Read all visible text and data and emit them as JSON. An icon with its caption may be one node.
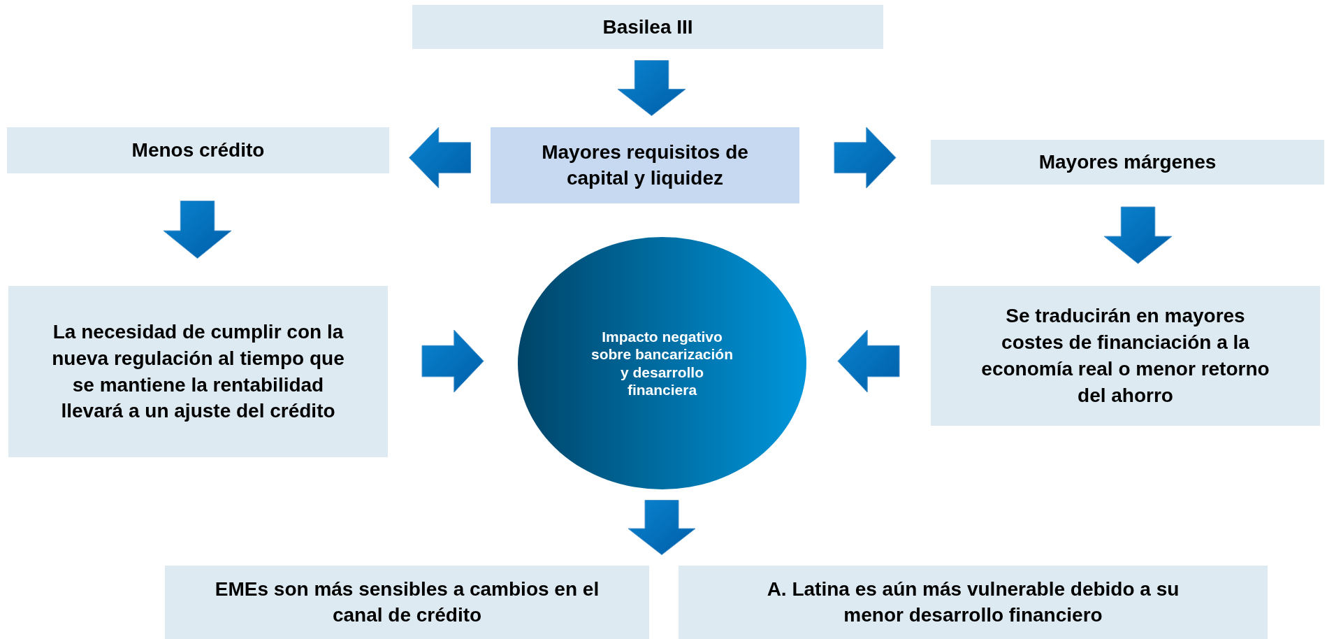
{
  "diagram": {
    "nodes": [
      {
        "text": [
          "Basilea III"
        ]
      },
      {
        "text": [
          "Mayores requisitos de capital y liquidez"
        ]
      },
      {
        "text": [
          "Menos crédito"
        ]
      },
      {
        "text": [
          "Mayores márgenes"
        ]
      },
      {
        "text": [
          "La necesidad de cumplir con la nueva regulación al tiempo que se mantiene la rentabilidad llevará a un ajuste del crédito"
        ]
      },
      {
        "text": [
          "Impacto negativo sobre bancarización y desarrollo financiera"
        ]
      },
      {
        "text": [
          "Se traducirán en mayores costes de financiación a la economía real o menor retorno del ahorro"
        ]
      },
      {
        "text": [
          "EMEs son más sensibles a cambios en el canal de crédito"
        ]
      },
      {
        "text": [
          "A. Latina es aún más vulnerable debido a  su menor desarrollo financiero"
        ]
      }
    ],
    "edges": [
      {
        "from": 0,
        "to": 1,
        "arrow": "to"
      },
      {
        "from": 1,
        "to": 2,
        "arrow": "to"
      },
      {
        "from": 1,
        "to": 3,
        "arrow": "to"
      },
      {
        "from": 2,
        "to": 4,
        "arrow": "to"
      },
      {
        "from": 3,
        "to": 6,
        "arrow": "to"
      },
      {
        "from": 4,
        "to": 5,
        "arrow": "to"
      },
      {
        "from": 6,
        "to": 5,
        "arrow": "to"
      },
      {
        "from": 5,
        "to": 7,
        "arrow": "to"
      },
      {
        "from": 5,
        "to": 8,
        "arrow": "to"
      }
    ]
  }
}
